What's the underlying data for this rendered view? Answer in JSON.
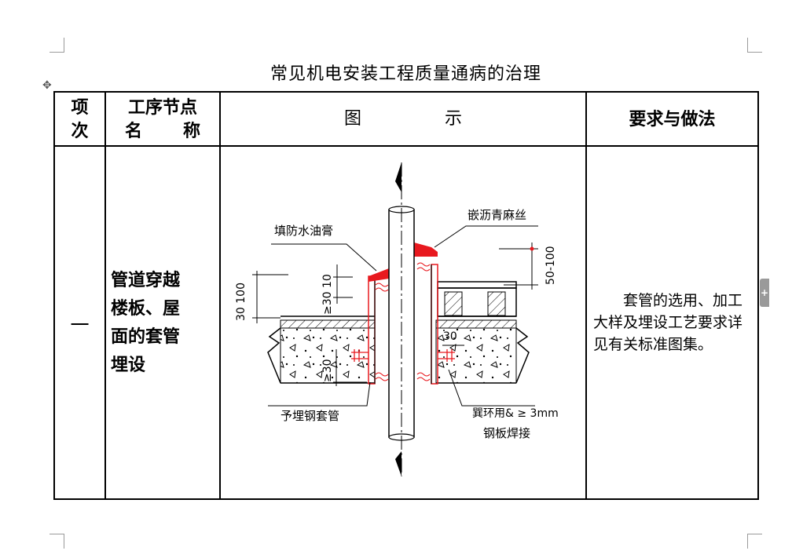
{
  "page": {
    "title": "常见机电安装工程质量通病的治理"
  },
  "table": {
    "header": {
      "col1_line1": "项",
      "col1_line2": "次",
      "col2_line1": "工序节点",
      "col2_line2_a": "名",
      "col2_line2_b": "称",
      "col3_a": "图",
      "col3_b": "示",
      "col4": "要求与做法"
    },
    "row1": {
      "number": "一",
      "name_lines": [
        "管道穿越",
        "楼板、屋",
        "面的套管",
        "埋设"
      ],
      "requirement": "套管的选用、加工大样及埋设工艺要求详见有关标准图集。"
    }
  },
  "figure": {
    "labels": {
      "fill_waterproof": "填防水油膏",
      "asphalt_hemp": "嵌沥青麻丝",
      "dim_50_100": "50-100",
      "dim_30_100": "30  100",
      "dim_ge30_10": "≥30 10",
      "dim_30": "30",
      "dim_ge30": "≥30",
      "embedded_sleeve": "予埋钢套管",
      "ring_plate_1": "巽环用& ≥ 3mm",
      "ring_plate_2": "钢板焊接"
    },
    "colors": {
      "red": "#e8191f",
      "line": "#000000"
    }
  },
  "icons": [
    "move-anchor-icon",
    "side-tab-plus-icon"
  ]
}
